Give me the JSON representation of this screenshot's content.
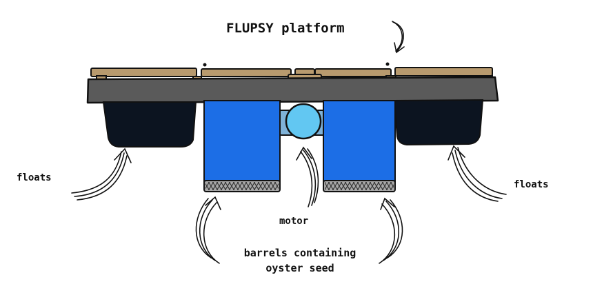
{
  "title": "FLUPSY platform",
  "labels": {
    "floats_left": "floats",
    "floats_right": "floats",
    "motor": "motor",
    "barrels_line1": "barrels containing",
    "barrels_line2": "oyster seed"
  },
  "colors": {
    "deck": "#5a5a5a",
    "planks": "#b89a6e",
    "floats": "#0c1420",
    "barrels": "#1c6ee6",
    "barrel_mesh": "#a8a8a8",
    "motor": "#62c7f2",
    "outline": "#111111"
  }
}
